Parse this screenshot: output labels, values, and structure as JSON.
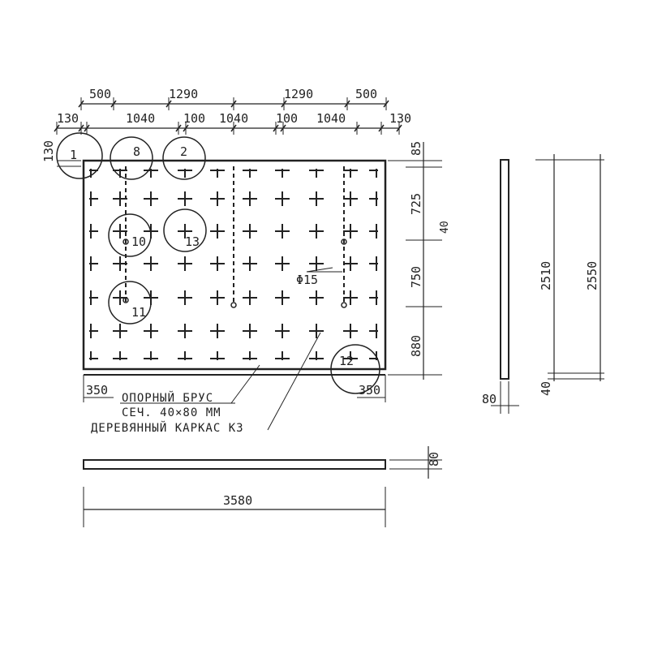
{
  "top_dims_row1": [
    "500",
    "1290",
    "1290",
    "500"
  ],
  "top_dims_row2": [
    "130",
    "1040",
    "100",
    "1040",
    "100",
    "1040",
    "130"
  ],
  "left_dim": "130",
  "right_dims": [
    "85",
    "725",
    "750",
    "880"
  ],
  "right_extra": "40",
  "bottom_dims": [
    "350",
    "350"
  ],
  "markers": [
    "1",
    "8",
    "2",
    "10",
    "13",
    "11",
    "12"
  ],
  "callout_rod": "Φ15",
  "notes": [
    "ОПОРНЫЙ БРУС",
    "СЕЧ. 40×80 ММ",
    "ДЕРЕВЯННЫЙ КАРКАС К3"
  ],
  "side_view": {
    "dims": [
      "2510",
      "2550"
    ],
    "bottom_width": "80",
    "bottom_offset": "40"
  },
  "section_view": {
    "thickness": "80",
    "length": "3580"
  }
}
